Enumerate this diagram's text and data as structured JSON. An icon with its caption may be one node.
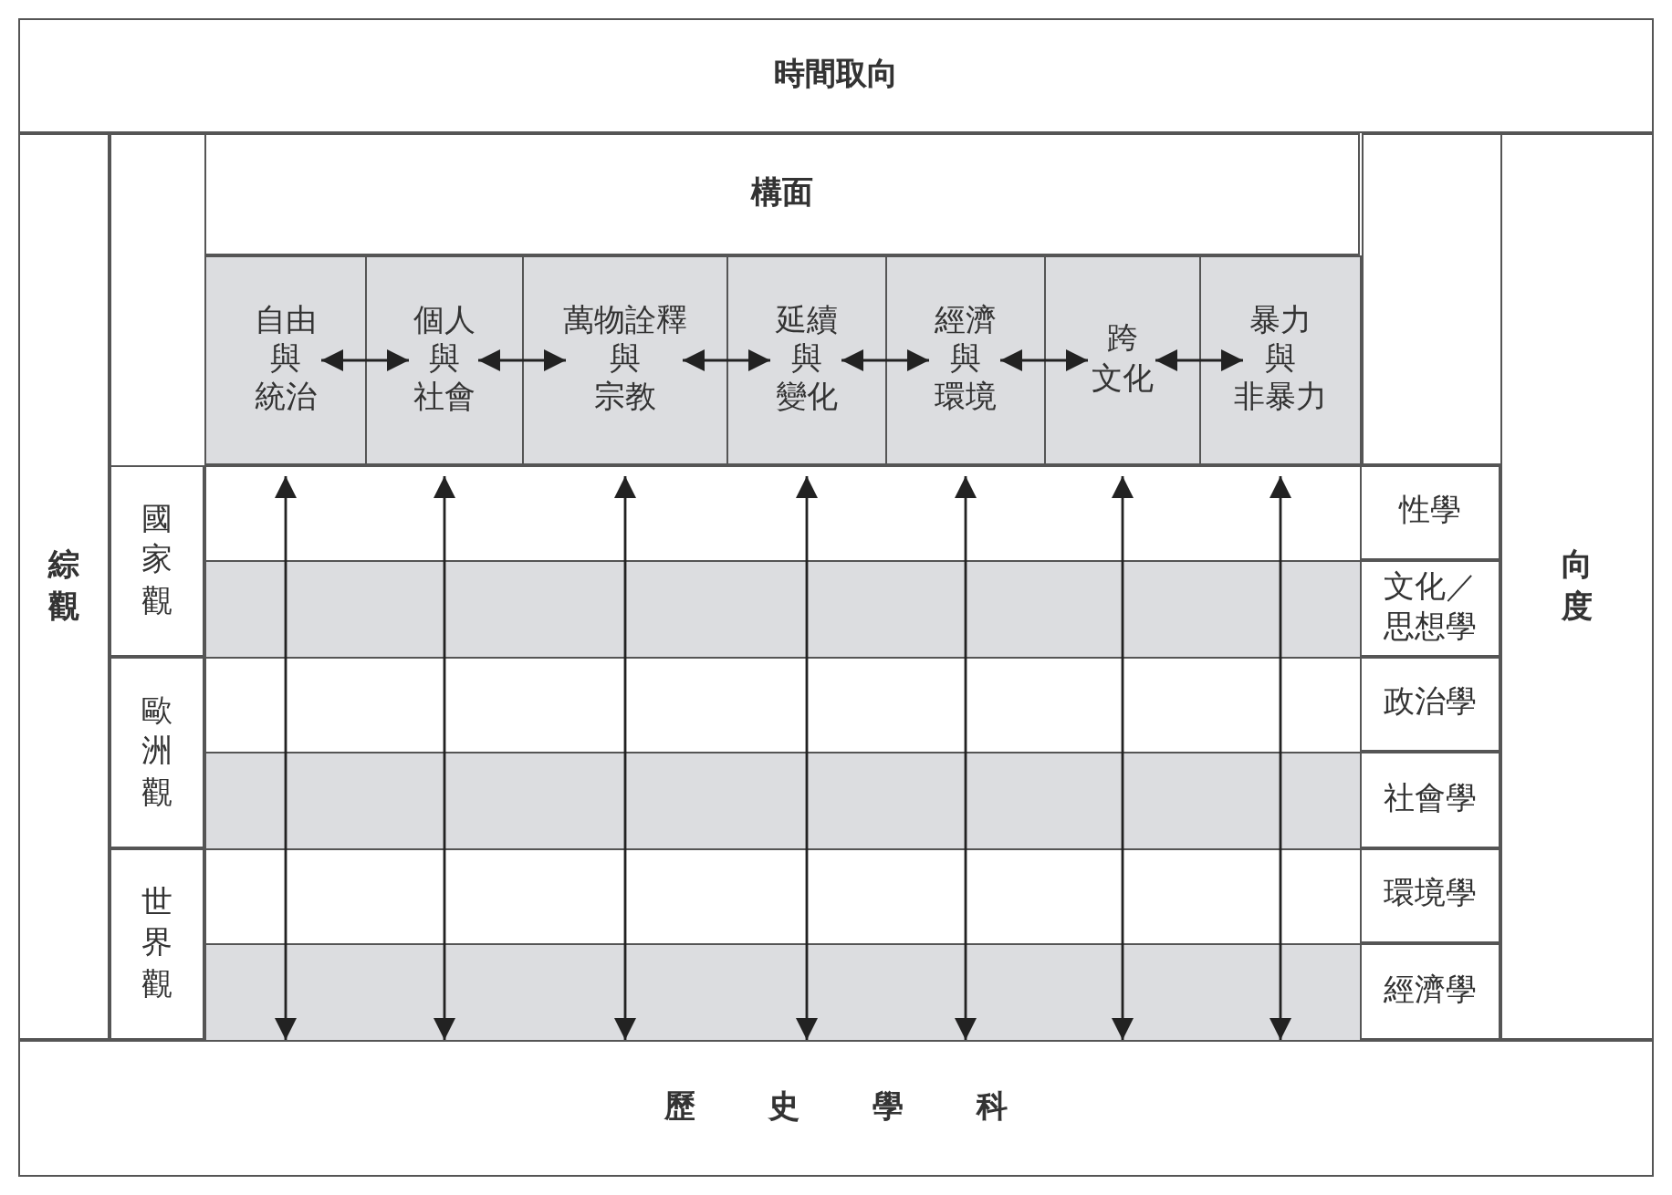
{
  "diagram": {
    "nodes": [
      {
        "text": [
          "時間取向"
        ]
      },
      {
        "text": [
          "綜觀"
        ]
      },
      {
        "text": [
          "構面"
        ]
      },
      {
        "text": [
          "自由與統治"
        ]
      },
      {
        "text": [
          "個人與社會"
        ]
      },
      {
        "text": [
          "萬物詮釋與宗教"
        ]
      },
      {
        "text": [
          "延續與變化"
        ]
      },
      {
        "text": [
          "經濟與環境"
        ]
      },
      {
        "text": [
          "跨文化"
        ]
      },
      {
        "text": [
          "暴力與非暴力"
        ]
      },
      {
        "text": [
          "向度"
        ]
      },
      {
        "text": [
          "國家觀"
        ]
      },
      {
        "text": [
          "性學"
        ]
      },
      {
        "text": [
          "文化／思想學"
        ]
      },
      {
        "text": [
          "歐洲觀"
        ]
      },
      {
        "text": [
          "政治學"
        ]
      },
      {
        "text": [
          "社會學"
        ]
      },
      {
        "text": [
          "世界觀"
        ]
      },
      {
        "text": [
          "環境學"
        ]
      },
      {
        "text": [
          "經濟學"
        ]
      },
      {
        "text": [
          "歷史學科"
        ]
      }
    ],
    "edges": [
      {
        "from": 3,
        "to": 4,
        "arrow": "both"
      },
      {
        "from": 4,
        "to": 5,
        "arrow": "both"
      },
      {
        "from": 5,
        "to": 6,
        "arrow": "both"
      },
      {
        "from": 6,
        "to": 7,
        "arrow": "both"
      },
      {
        "from": 7,
        "to": 8,
        "arrow": "both"
      },
      {
        "from": 8,
        "to": 9,
        "arrow": "both"
      },
      {
        "from": 3,
        "to": 20,
        "arrow": "both"
      },
      {
        "from": 4,
        "to": 20,
        "arrow": "both"
      },
      {
        "from": 5,
        "to": 20,
        "arrow": "both"
      },
      {
        "from": 6,
        "to": 20,
        "arrow": "both"
      },
      {
        "from": 7,
        "to": 20,
        "arrow": "both"
      },
      {
        "from": 8,
        "to": 20,
        "arrow": "both"
      },
      {
        "from": 9,
        "to": 20,
        "arrow": "both"
      }
    ]
  }
}
